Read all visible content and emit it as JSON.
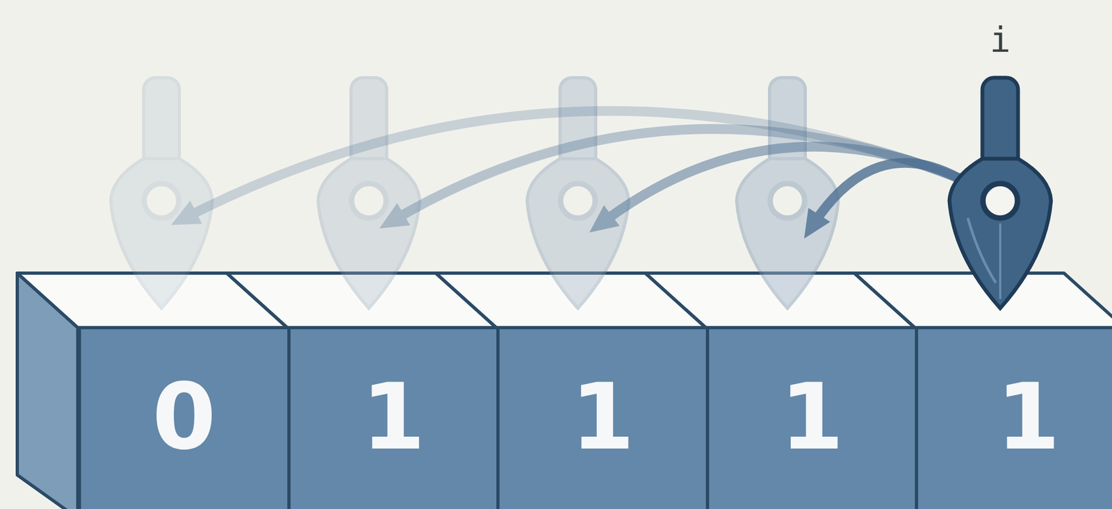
{
  "diagram": {
    "nodes": [
      {
        "text": [
          "0"
        ]
      },
      {
        "text": [
          "1"
        ]
      },
      {
        "text": [
          "1"
        ]
      },
      {
        "text": [
          "1"
        ]
      },
      {
        "text": [
          "1"
        ]
      }
    ],
    "labels": [
      "i"
    ]
  }
}
